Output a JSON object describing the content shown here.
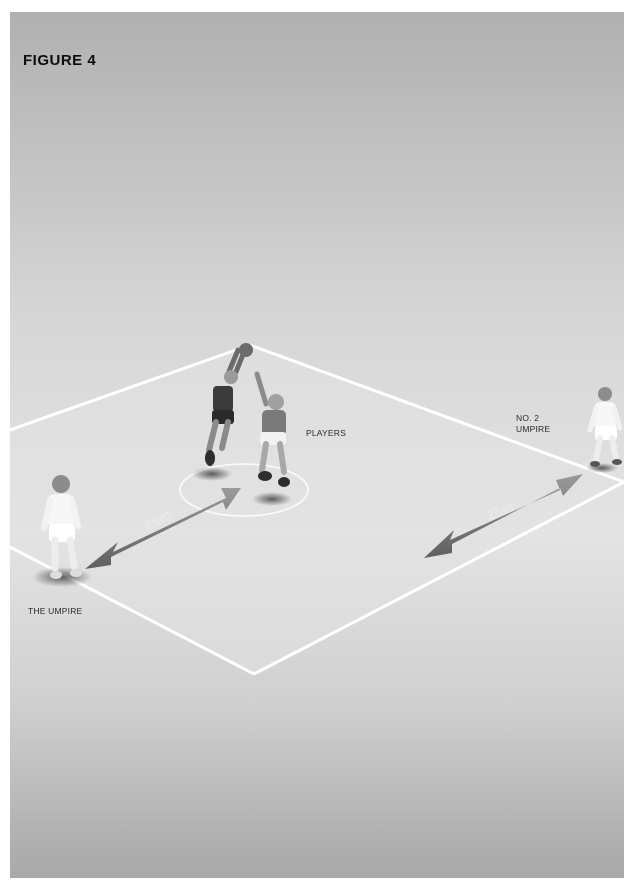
{
  "figure": {
    "title": "FIGURE 4"
  },
  "labels": {
    "players": "PLAYERS",
    "umpire2_line1": "NO. 2",
    "umpire2_line2": "UMPIRE",
    "umpire": "THE UMPIRE"
  },
  "arrows": {
    "left_distance": "25m",
    "right_distance": "25m"
  },
  "colors": {
    "background_light": "#e6e6e6",
    "background_dark": "#b3b3b3",
    "court_line": "#ffffff",
    "arrow": "#7d7d7d"
  }
}
